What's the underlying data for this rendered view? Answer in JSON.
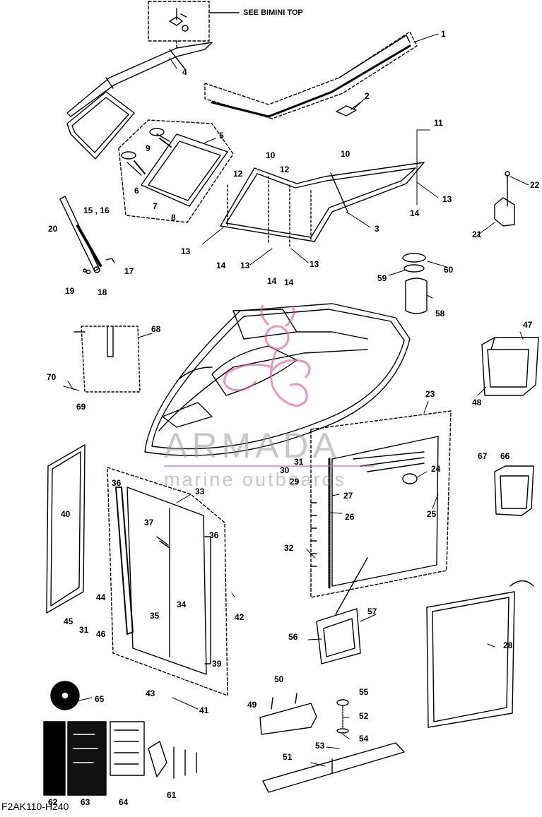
{
  "diagram": {
    "note_see_bimini": "SEE BIMINI TOP",
    "drawing_code": "F2AK110-H240",
    "watermark": {
      "brand": "ARMADA",
      "tagline": "marine outboards",
      "accent_color": "#e35d9b"
    },
    "callouts": [
      {
        "id": "c1",
        "label": "1"
      },
      {
        "id": "c2",
        "label": "2"
      },
      {
        "id": "c3",
        "label": "3"
      },
      {
        "id": "c4",
        "label": "4"
      },
      {
        "id": "c5",
        "label": "5"
      },
      {
        "id": "c6",
        "label": "6"
      },
      {
        "id": "c7",
        "label": "7"
      },
      {
        "id": "c8",
        "label": "8"
      },
      {
        "id": "c9",
        "label": "9"
      },
      {
        "id": "c10a",
        "label": "10"
      },
      {
        "id": "c10b",
        "label": "10"
      },
      {
        "id": "c11",
        "label": "11"
      },
      {
        "id": "c12a",
        "label": "12"
      },
      {
        "id": "c12b",
        "label": "12"
      },
      {
        "id": "c13a",
        "label": "13"
      },
      {
        "id": "c13b",
        "label": "13"
      },
      {
        "id": "c13c",
        "label": "13"
      },
      {
        "id": "c13d",
        "label": "13"
      },
      {
        "id": "c14a",
        "label": "14"
      },
      {
        "id": "c14b",
        "label": "14"
      },
      {
        "id": "c14c",
        "label": "14"
      },
      {
        "id": "c14d",
        "label": "14"
      },
      {
        "id": "c1516",
        "label": "15 , 16"
      },
      {
        "id": "c17",
        "label": "17"
      },
      {
        "id": "c18",
        "label": "18"
      },
      {
        "id": "c19",
        "label": "19"
      },
      {
        "id": "c20",
        "label": "20"
      },
      {
        "id": "c21",
        "label": "21"
      },
      {
        "id": "c22",
        "label": "22"
      },
      {
        "id": "c23",
        "label": "23"
      },
      {
        "id": "c24",
        "label": "24"
      },
      {
        "id": "c25",
        "label": "25"
      },
      {
        "id": "c26",
        "label": "26"
      },
      {
        "id": "c27",
        "label": "27"
      },
      {
        "id": "c28",
        "label": "28"
      },
      {
        "id": "c29",
        "label": "29"
      },
      {
        "id": "c30",
        "label": "30"
      },
      {
        "id": "c31a",
        "label": "31"
      },
      {
        "id": "c31b",
        "label": "31"
      },
      {
        "id": "c32",
        "label": "32"
      },
      {
        "id": "c33",
        "label": "33"
      },
      {
        "id": "c34",
        "label": "34"
      },
      {
        "id": "c35",
        "label": "35"
      },
      {
        "id": "c36a",
        "label": "36"
      },
      {
        "id": "c36b",
        "label": "36"
      },
      {
        "id": "c37",
        "label": "37"
      },
      {
        "id": "c39",
        "label": "39"
      },
      {
        "id": "c40",
        "label": "40"
      },
      {
        "id": "c41",
        "label": "41"
      },
      {
        "id": "c42",
        "label": "42"
      },
      {
        "id": "c43",
        "label": "43"
      },
      {
        "id": "c44",
        "label": "44"
      },
      {
        "id": "c45",
        "label": "45"
      },
      {
        "id": "c46",
        "label": "46"
      },
      {
        "id": "c47",
        "label": "47"
      },
      {
        "id": "c48",
        "label": "48"
      },
      {
        "id": "c49",
        "label": "49"
      },
      {
        "id": "c50",
        "label": "50"
      },
      {
        "id": "c51",
        "label": "51"
      },
      {
        "id": "c52",
        "label": "52"
      },
      {
        "id": "c53",
        "label": "53"
      },
      {
        "id": "c54",
        "label": "54"
      },
      {
        "id": "c55",
        "label": "55"
      },
      {
        "id": "c56",
        "label": "56"
      },
      {
        "id": "c57",
        "label": "57"
      },
      {
        "id": "c58",
        "label": "58"
      },
      {
        "id": "c59",
        "label": "59"
      },
      {
        "id": "c60",
        "label": "60"
      },
      {
        "id": "c61",
        "label": "61"
      },
      {
        "id": "c62",
        "label": "62"
      },
      {
        "id": "c63",
        "label": "63"
      },
      {
        "id": "c64",
        "label": "64"
      },
      {
        "id": "c65",
        "label": "65"
      },
      {
        "id": "c66",
        "label": "66"
      },
      {
        "id": "c67",
        "label": "67"
      },
      {
        "id": "c68",
        "label": "68"
      },
      {
        "id": "c69",
        "label": "69"
      },
      {
        "id": "c70",
        "label": "70"
      }
    ]
  }
}
